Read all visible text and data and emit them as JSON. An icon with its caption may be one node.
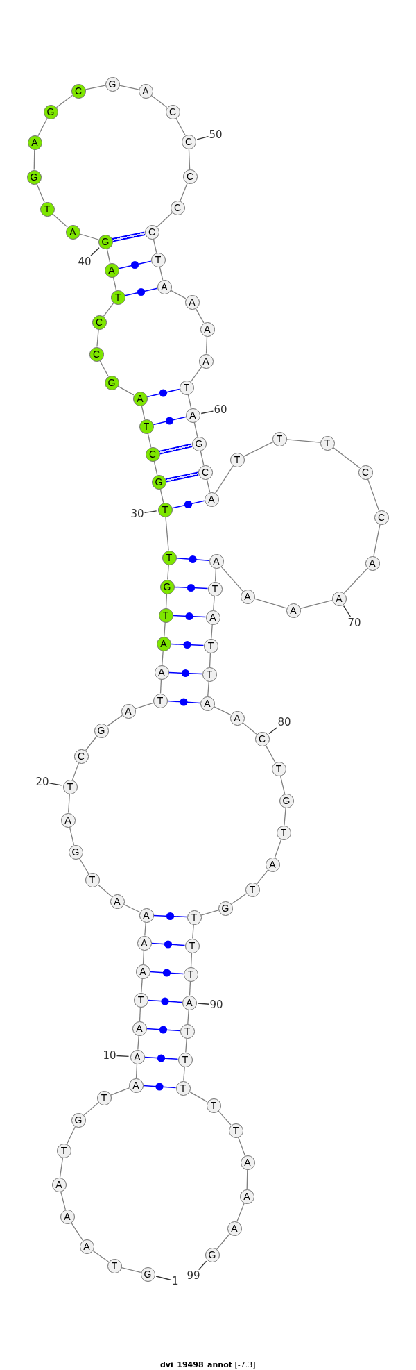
{
  "diagram": {
    "caption": "**dvi_19498_annot** [-7.3]",
    "nodes": [
      {
        "text": [
          "G"
        ]
      },
      {
        "text": [
          "T"
        ]
      },
      {
        "text": [
          "A"
        ]
      },
      {
        "text": [
          "A"
        ]
      },
      {
        "text": [
          "A"
        ]
      },
      {
        "text": [
          "T"
        ]
      },
      {
        "text": [
          "G"
        ]
      },
      {
        "text": [
          "T"
        ]
      },
      {
        "text": [
          "A"
        ]
      },
      {
        "text": [
          "A"
        ]
      },
      {
        "text": [
          "A"
        ]
      },
      {
        "text": [
          "T"
        ]
      },
      {
        "text": [
          "A"
        ]
      },
      {
        "text": [
          "A"
        ]
      },
      {
        "text": [
          "A"
        ]
      },
      {
        "text": [
          "A"
        ]
      },
      {
        "text": [
          "T"
        ]
      },
      {
        "text": [
          "G"
        ]
      },
      {
        "text": [
          "A"
        ]
      },
      {
        "text": [
          "T"
        ]
      },
      {
        "text": [
          "C"
        ]
      },
      {
        "text": [
          "G"
        ]
      },
      {
        "text": [
          "A"
        ]
      },
      {
        "text": [
          "T"
        ]
      },
      {
        "text": [
          "A"
        ]
      },
      {
        "text": [
          "A"
        ]
      },
      {
        "text": [
          "T"
        ]
      },
      {
        "text": [
          "G"
        ]
      },
      {
        "text": [
          "T"
        ]
      },
      {
        "text": [
          "T"
        ]
      },
      {
        "text": [
          "G"
        ]
      },
      {
        "text": [
          "C"
        ]
      },
      {
        "text": [
          "T"
        ]
      },
      {
        "text": [
          "A"
        ]
      },
      {
        "text": [
          "G"
        ]
      },
      {
        "text": [
          "C"
        ]
      },
      {
        "text": [
          "C"
        ]
      },
      {
        "text": [
          "T"
        ]
      },
      {
        "text": [
          "A"
        ]
      },
      {
        "text": [
          "G"
        ]
      },
      {
        "text": [
          "A"
        ]
      },
      {
        "text": [
          "T"
        ]
      },
      {
        "text": [
          "G"
        ]
      },
      {
        "text": [
          "A"
        ]
      },
      {
        "text": [
          "G"
        ]
      },
      {
        "text": [
          "C"
        ]
      },
      {
        "text": [
          "G"
        ]
      },
      {
        "text": [
          "A"
        ]
      },
      {
        "text": [
          "C"
        ]
      },
      {
        "text": [
          "C"
        ]
      },
      {
        "text": [
          "C"
        ]
      },
      {
        "text": [
          "C"
        ]
      },
      {
        "text": [
          "C"
        ]
      },
      {
        "text": [
          "T"
        ]
      },
      {
        "text": [
          "A"
        ]
      },
      {
        "text": [
          "A"
        ]
      },
      {
        "text": [
          "A"
        ]
      },
      {
        "text": [
          "A"
        ]
      },
      {
        "text": [
          "T"
        ]
      },
      {
        "text": [
          "A"
        ]
      },
      {
        "text": [
          "G"
        ]
      },
      {
        "text": [
          "C"
        ]
      },
      {
        "text": [
          "A"
        ]
      },
      {
        "text": [
          "T"
        ]
      },
      {
        "text": [
          "T"
        ]
      },
      {
        "text": [
          "T"
        ]
      },
      {
        "text": [
          "C"
        ]
      },
      {
        "text": [
          "C"
        ]
      },
      {
        "text": [
          "A"
        ]
      },
      {
        "text": [
          "A"
        ]
      },
      {
        "text": [
          "A"
        ]
      },
      {
        "text": [
          "A"
        ]
      },
      {
        "text": [
          "A"
        ]
      },
      {
        "text": [
          "T"
        ]
      },
      {
        "text": [
          "A"
        ]
      },
      {
        "text": [
          "T"
        ]
      },
      {
        "text": [
          "T"
        ]
      },
      {
        "text": [
          "A"
        ]
      },
      {
        "text": [
          "A"
        ]
      },
      {
        "text": [
          "C"
        ]
      },
      {
        "text": [
          "T"
        ]
      },
      {
        "text": [
          "G"
        ]
      },
      {
        "text": [
          "T"
        ]
      },
      {
        "text": [
          "A"
        ]
      },
      {
        "text": [
          "T"
        ]
      },
      {
        "text": [
          "G"
        ]
      },
      {
        "text": [
          "T"
        ]
      },
      {
        "text": [
          "T"
        ]
      },
      {
        "text": [
          "T"
        ]
      },
      {
        "text": [
          "A"
        ]
      },
      {
        "text": [
          "T"
        ]
      },
      {
        "text": [
          "T"
        ]
      },
      {
        "text": [
          "T"
        ]
      },
      {
        "text": [
          "T"
        ]
      },
      {
        "text": [
          "T"
        ]
      },
      {
        "text": [
          "A"
        ]
      },
      {
        "text": [
          "A"
        ]
      },
      {
        "text": [
          "A"
        ]
      },
      {
        "text": [
          "G"
        ]
      },
      {
        "text": [
          "1"
        ]
      },
      {
        "text": [
          "10"
        ]
      },
      {
        "text": [
          "20"
        ]
      },
      {
        "text": [
          "30"
        ]
      },
      {
        "text": [
          "40"
        ]
      },
      {
        "text": [
          "50"
        ]
      },
      {
        "text": [
          "60"
        ]
      },
      {
        "text": [
          "70"
        ]
      },
      {
        "text": [
          "80"
        ]
      },
      {
        "text": [
          "90"
        ]
      },
      {
        "text": [
          "99"
        ]
      }
    ],
    "edges": [
      {
        "from": 0,
        "to": 1,
        "arrow": "none"
      },
      {
        "from": 1,
        "to": 2,
        "arrow": "none"
      },
      {
        "from": 2,
        "to": 3,
        "arrow": "none"
      },
      {
        "from": 3,
        "to": 4,
        "arrow": "none"
      },
      {
        "from": 4,
        "to": 5,
        "arrow": "none"
      },
      {
        "from": 5,
        "to": 6,
        "arrow": "none"
      },
      {
        "from": 6,
        "to": 7,
        "arrow": "none"
      },
      {
        "from": 7,
        "to": 8,
        "arrow": "none"
      },
      {
        "from": 8,
        "to": 9,
        "arrow": "none"
      },
      {
        "from": 9,
        "to": 10,
        "arrow": "none"
      },
      {
        "from": 10,
        "to": 11,
        "arrow": "none"
      },
      {
        "from": 11,
        "to": 12,
        "arrow": "none"
      },
      {
        "from": 12,
        "to": 13,
        "arrow": "none"
      },
      {
        "from": 13,
        "to": 14,
        "arrow": "none"
      },
      {
        "from": 14,
        "to": 15,
        "arrow": "none"
      },
      {
        "from": 15,
        "to": 16,
        "arrow": "none"
      },
      {
        "from": 16,
        "to": 17,
        "arrow": "none"
      },
      {
        "from": 17,
        "to": 18,
        "arrow": "none"
      },
      {
        "from": 18,
        "to": 19,
        "arrow": "none"
      },
      {
        "from": 19,
        "to": 20,
        "arrow": "none"
      },
      {
        "from": 20,
        "to": 21,
        "arrow": "none"
      },
      {
        "from": 21,
        "to": 22,
        "arrow": "none"
      },
      {
        "from": 22,
        "to": 23,
        "arrow": "none"
      },
      {
        "from": 23,
        "to": 24,
        "arrow": "none"
      },
      {
        "from": 24,
        "to": 25,
        "arrow": "none"
      },
      {
        "from": 25,
        "to": 26,
        "arrow": "none"
      },
      {
        "from": 26,
        "to": 27,
        "arrow": "none"
      },
      {
        "from": 27,
        "to": 28,
        "arrow": "none"
      },
      {
        "from": 28,
        "to": 29,
        "arrow": "none"
      },
      {
        "from": 29,
        "to": 30,
        "arrow": "none"
      },
      {
        "from": 30,
        "to": 31,
        "arrow": "none"
      },
      {
        "from": 31,
        "to": 32,
        "arrow": "none"
      },
      {
        "from": 32,
        "to": 33,
        "arrow": "none"
      },
      {
        "from": 33,
        "to": 34,
        "arrow": "none"
      },
      {
        "from": 34,
        "to": 35,
        "arrow": "none"
      },
      {
        "from": 35,
        "to": 36,
        "arrow": "none"
      },
      {
        "from": 36,
        "to": 37,
        "arrow": "none"
      },
      {
        "from": 37,
        "to": 38,
        "arrow": "none"
      },
      {
        "from": 38,
        "to": 39,
        "arrow": "none"
      },
      {
        "from": 39,
        "to": 40,
        "arrow": "none"
      },
      {
        "from": 40,
        "to": 41,
        "arrow": "none"
      },
      {
        "from": 41,
        "to": 42,
        "arrow": "none"
      },
      {
        "from": 42,
        "to": 43,
        "arrow": "none"
      },
      {
        "from": 43,
        "to": 44,
        "arrow": "none"
      },
      {
        "from": 44,
        "to": 45,
        "arrow": "none"
      },
      {
        "from": 45,
        "to": 46,
        "arrow": "none"
      },
      {
        "from": 46,
        "to": 47,
        "arrow": "none"
      },
      {
        "from": 47,
        "to": 48,
        "arrow": "none"
      },
      {
        "from": 48,
        "to": 49,
        "arrow": "none"
      },
      {
        "from": 49,
        "to": 50,
        "arrow": "none"
      },
      {
        "from": 50,
        "to": 51,
        "arrow": "none"
      },
      {
        "from": 51,
        "to": 52,
        "arrow": "none"
      },
      {
        "from": 52,
        "to": 53,
        "arrow": "none"
      },
      {
        "from": 53,
        "to": 54,
        "arrow": "none"
      },
      {
        "from": 54,
        "to": 55,
        "arrow": "none"
      },
      {
        "from": 55,
        "to": 56,
        "arrow": "none"
      },
      {
        "from": 56,
        "to": 57,
        "arrow": "none"
      },
      {
        "from": 57,
        "to": 58,
        "arrow": "none"
      },
      {
        "from": 58,
        "to": 59,
        "arrow": "none"
      },
      {
        "from": 59,
        "to": 60,
        "arrow": "none"
      },
      {
        "from": 60,
        "to": 61,
        "arrow": "none"
      },
      {
        "from": 61,
        "to": 62,
        "arrow": "none"
      },
      {
        "from": 62,
        "to": 63,
        "arrow": "none"
      },
      {
        "from": 63,
        "to": 64,
        "arrow": "none"
      },
      {
        "from": 64,
        "to": 65,
        "arrow": "none"
      },
      {
        "from": 65,
        "to": 66,
        "arrow": "none"
      },
      {
        "from": 66,
        "to": 67,
        "arrow": "none"
      },
      {
        "from": 67,
        "to": 68,
        "arrow": "none"
      },
      {
        "from": 68,
        "to": 69,
        "arrow": "none"
      },
      {
        "from": 69,
        "to": 70,
        "arrow": "none"
      },
      {
        "from": 70,
        "to": 71,
        "arrow": "none"
      },
      {
        "from": 71,
        "to": 72,
        "arrow": "none"
      },
      {
        "from": 72,
        "to": 73,
        "arrow": "none"
      },
      {
        "from": 73,
        "to": 74,
        "arrow": "none"
      },
      {
        "from": 74,
        "to": 75,
        "arrow": "none"
      },
      {
        "from": 75,
        "to": 76,
        "arrow": "none"
      },
      {
        "from": 76,
        "to": 77,
        "arrow": "none"
      },
      {
        "from": 77,
        "to": 78,
        "arrow": "none"
      },
      {
        "from": 78,
        "to": 79,
        "arrow": "none"
      },
      {
        "from": 79,
        "to": 80,
        "arrow": "none"
      },
      {
        "from": 80,
        "to": 81,
        "arrow": "none"
      },
      {
        "from": 81,
        "to": 82,
        "arrow": "none"
      },
      {
        "from": 82,
        "to": 83,
        "arrow": "none"
      },
      {
        "from": 83,
        "to": 84,
        "arrow": "none"
      },
      {
        "from": 84,
        "to": 85,
        "arrow": "none"
      },
      {
        "from": 85,
        "to": 86,
        "arrow": "none"
      },
      {
        "from": 86,
        "to": 87,
        "arrow": "none"
      },
      {
        "from": 87,
        "to": 88,
        "arrow": "none"
      },
      {
        "from": 88,
        "to": 89,
        "arrow": "none"
      },
      {
        "from": 89,
        "to": 90,
        "arrow": "none"
      },
      {
        "from": 90,
        "to": 91,
        "arrow": "none"
      },
      {
        "from": 91,
        "to": 92,
        "arrow": "none"
      },
      {
        "from": 92,
        "to": 93,
        "arrow": "none"
      },
      {
        "from": 93,
        "to": 94,
        "arrow": "none"
      },
      {
        "from": 94,
        "to": 95,
        "arrow": "none"
      },
      {
        "from": 95,
        "to": 96,
        "arrow": "none"
      },
      {
        "from": 96,
        "to": 97,
        "arrow": "none"
      },
      {
        "from": 97,
        "to": 98,
        "arrow": "none"
      },
      {
        "from": 8,
        "to": 92,
        "arrow": "none",
        "color": "#0000ff"
      },
      {
        "from": 9,
        "to": 91,
        "arrow": "none",
        "color": "#0000ff"
      },
      {
        "from": 10,
        "to": 90,
        "arrow": "none",
        "color": "#0000ff"
      },
      {
        "from": 11,
        "to": 89,
        "arrow": "none",
        "color": "#0000ff"
      },
      {
        "from": 12,
        "to": 88,
        "arrow": "none",
        "color": "#0000ff"
      },
      {
        "from": 13,
        "to": 87,
        "arrow": "none",
        "color": "#0000ff"
      },
      {
        "from": 14,
        "to": 86,
        "arrow": "none",
        "color": "#0000ff"
      },
      {
        "from": 23,
        "to": 77,
        "arrow": "none",
        "color": "#0000ff"
      },
      {
        "from": 24,
        "to": 76,
        "arrow": "none",
        "color": "#0000ff"
      },
      {
        "from": 25,
        "to": 75,
        "arrow": "none",
        "color": "#0000ff"
      },
      {
        "from": 26,
        "to": 74,
        "arrow": "none",
        "color": "#0000ff"
      },
      {
        "from": 27,
        "to": 73,
        "arrow": "none",
        "color": "#0000ff"
      },
      {
        "from": 28,
        "to": 72,
        "arrow": "none",
        "color": "#0000ff"
      },
      {
        "from": 29,
        "to": 62,
        "arrow": "none",
        "color": "#0000ff"
      },
      {
        "from": 30,
        "to": 61,
        "arrow": "none",
        "style": "thick",
        "color": "#0000ff"
      },
      {
        "from": 31,
        "to": 60,
        "arrow": "none",
        "style": "thick",
        "color": "#0000ff"
      },
      {
        "from": 32,
        "to": 59,
        "arrow": "none",
        "color": "#0000ff"
      },
      {
        "from": 33,
        "to": 58,
        "arrow": "none",
        "color": "#0000ff"
      },
      {
        "from": 37,
        "to": 54,
        "arrow": "none",
        "color": "#0000ff"
      },
      {
        "from": 38,
        "to": 53,
        "arrow": "none",
        "color": "#0000ff"
      },
      {
        "from": 39,
        "to": 52,
        "arrow": "none",
        "style": "thick",
        "color": "#0000ff"
      },
      {
        "from": 99,
        "to": 0,
        "arrow": "none",
        "color": "#333333"
      },
      {
        "from": 100,
        "to": 9,
        "arrow": "none",
        "color": "#333333"
      },
      {
        "from": 101,
        "to": 19,
        "arrow": "none",
        "color": "#333333"
      },
      {
        "from": 102,
        "to": 29,
        "arrow": "none",
        "color": "#333333"
      },
      {
        "from": 103,
        "to": 39,
        "arrow": "none",
        "color": "#333333"
      },
      {
        "from": 104,
        "to": 49,
        "arrow": "none",
        "color": "#333333"
      },
      {
        "from": 105,
        "to": 59,
        "arrow": "none",
        "color": "#333333"
      },
      {
        "from": 106,
        "to": 69,
        "arrow": "none",
        "color": "#333333"
      },
      {
        "from": 107,
        "to": 79,
        "arrow": "none",
        "color": "#333333"
      },
      {
        "from": 108,
        "to": 89,
        "arrow": "none",
        "color": "#333333"
      },
      {
        "from": 109,
        "to": 98,
        "arrow": "none",
        "color": "#333333"
      }
    ]
  }
}
